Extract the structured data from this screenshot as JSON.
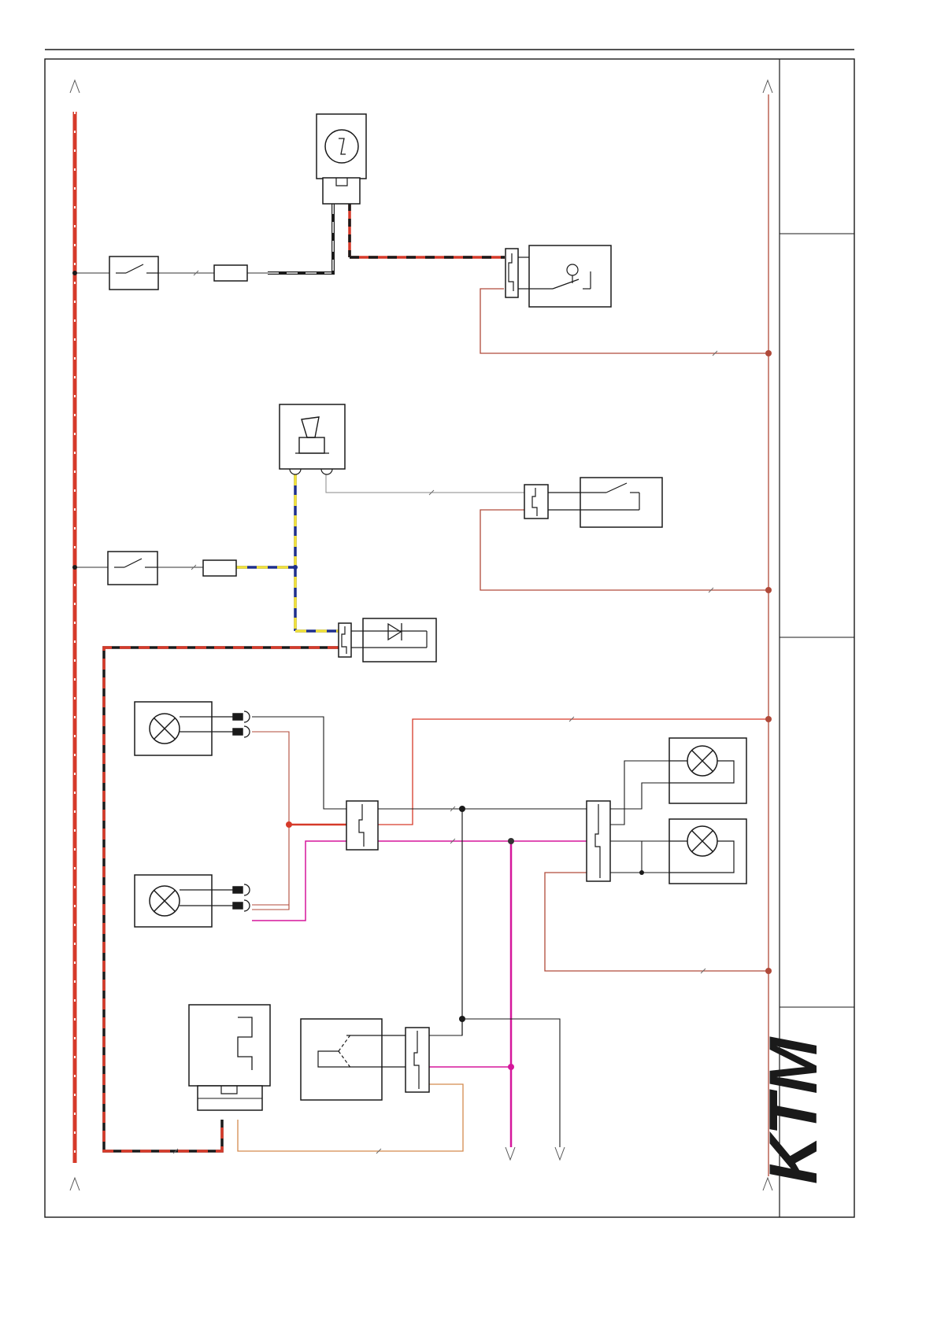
{
  "diagram": {
    "kind": "wiring-diagram",
    "logo_text": "KTM",
    "wire_colors": {
      "red": "#d63a2a",
      "black": "#1a1a1a",
      "brown": "#b04a3a",
      "yellow": "#f2e23a",
      "blue": "#1e2f8c",
      "pink": "#d5179b",
      "orange": "#d48a4e",
      "gray": "#8a8a8a",
      "white": "#ffffff"
    },
    "components": [
      {
        "id": "clock-unit",
        "icon": "clock-icon"
      },
      {
        "id": "pressure-switch",
        "icon": "switch-icon"
      },
      {
        "id": "horn",
        "icon": "horn-icon"
      },
      {
        "id": "horn-button",
        "icon": "switch-icon"
      },
      {
        "id": "diode-module",
        "icon": "diode-icon"
      },
      {
        "id": "turn-signal-front-left",
        "icon": "lamp-icon"
      },
      {
        "id": "turn-signal-rear-left",
        "icon": "lamp-icon"
      },
      {
        "id": "turn-signal-front-right",
        "icon": "lamp-icon"
      },
      {
        "id": "turn-signal-rear-right",
        "icon": "lamp-icon"
      },
      {
        "id": "flasher-relay",
        "icon": "relay-icon"
      },
      {
        "id": "turn-signal-switch",
        "icon": "switch-icon"
      },
      {
        "id": "main-switch-upper",
        "icon": "switch-icon"
      },
      {
        "id": "main-switch-lower",
        "icon": "switch-icon"
      },
      {
        "id": "fuse-upper",
        "icon": "fuse-icon"
      },
      {
        "id": "fuse-lower",
        "icon": "fuse-icon"
      }
    ]
  }
}
